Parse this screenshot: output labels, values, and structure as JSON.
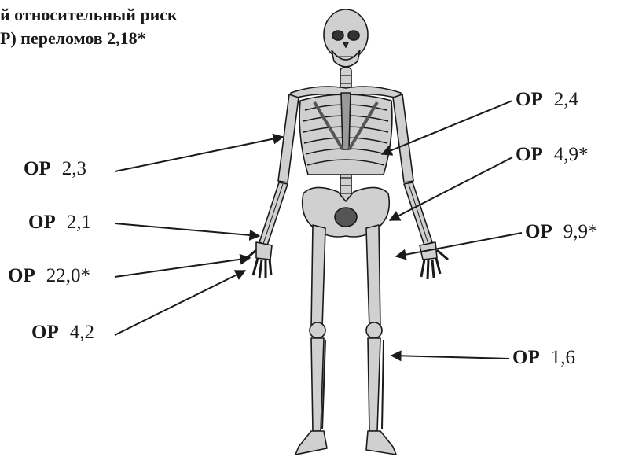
{
  "title": {
    "line1": "й относительный риск",
    "line2": "Р) переломов  2,18*"
  },
  "labels": [
    {
      "key": "ОР",
      "value": "2,4"
    },
    {
      "key": "ОР",
      "value": "4,9*"
    },
    {
      "key": "ОР",
      "value": "9,9*"
    },
    {
      "key": "ОР",
      "value": "1,6"
    },
    {
      "key": "ОР",
      "value": "2,3"
    },
    {
      "key": "ОР",
      "value": "2,1"
    },
    {
      "key": "ОР",
      "value": "22,0*"
    },
    {
      "key": "ОР",
      "value": "4,2"
    }
  ],
  "colors": {
    "bone": "#d0d0d0",
    "outline": "#1a1a1a",
    "shadow": "#8a8a8a"
  }
}
